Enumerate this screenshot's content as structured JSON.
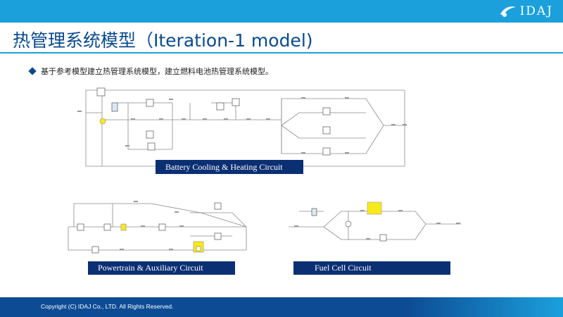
{
  "header": {
    "logo_text": "IDAJ",
    "title": "热管理系统模型（Iteration-1 model)"
  },
  "bullets": [
    {
      "text": "基于参考模型建立热管理系统模型，建立燃料电池热管理系统模型。"
    }
  ],
  "circuits": {
    "battery": {
      "label": "Battery Cooling & Heating Circuit"
    },
    "powertrain": {
      "label": "Powertrain & Auxiliary Circuit"
    },
    "fuel_cell": {
      "label": "Fuel Cell Circuit"
    }
  },
  "footer": {
    "copyright": "Copyright (C) IDAJ Co., LTD. All Rights Reserved."
  },
  "colors": {
    "accent": "#1ba0dc",
    "title": "#0a4a8c",
    "label_bg": "#0b2f73",
    "footer": "#0d4c95",
    "highlight": "#f7ea1a"
  }
}
